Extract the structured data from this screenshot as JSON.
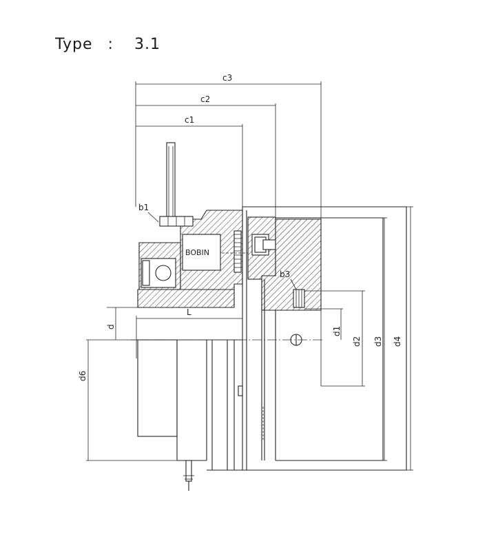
{
  "title": {
    "type_label": "Type",
    "separator": ":",
    "type_value": "3.1"
  },
  "labels": {
    "c1": "c1",
    "c2": "c2",
    "c3": "c3",
    "b1": "b1",
    "b3": "b3",
    "bobin": "BOBIN",
    "L": "L",
    "d": "d",
    "d1": "d1",
    "d2": "d2",
    "d3": "d3",
    "d4": "d4",
    "d6": "d6"
  }
}
